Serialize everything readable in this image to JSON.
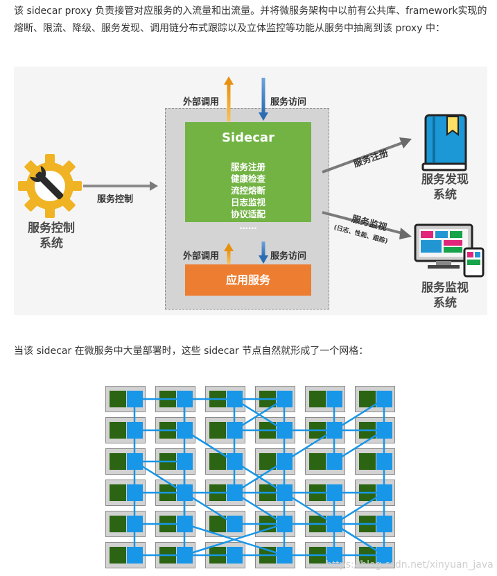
{
  "article": {
    "paragraph1": "该 sidecar proxy 负责接管对应服务的入流量和出流量。并将微服务架构中以前有公共库、framework实现的熔断、限流、降级、服务发现、调用链分布式跟踪以及立体监控等功能从服务中抽离到该 proxy 中：",
    "paragraph2": "当该 sidecar 在微服务中大量部署时，这些 sidecar 节点自然就形成了一个网格："
  },
  "sidecar_diagram": {
    "top_out_label": "外部调用",
    "top_in_label": "服务访问",
    "sidecar_title": "Sidecar",
    "sidecar_features": [
      "服务注册",
      "健康检查",
      "流控熔断",
      "日志监视",
      "协议适配",
      "……"
    ],
    "bottom_out_label": "外部调用",
    "bottom_in_label": "服务访问",
    "app_service_label": "应用服务",
    "control_system_name": "服务控制\n系统",
    "control_arrow_label": "服务控制",
    "register_arrow_label": "服务注册",
    "discovery_system_name": "服务发现\n系统",
    "monitor_arrow_label": "服务监视",
    "monitor_arrow_sublabel": "(日志、性能、跟踪)",
    "monitor_system_name": "服务监视\n系统",
    "icons": [
      "gear-wrench-icon",
      "book-icon",
      "monitor-icon"
    ],
    "colors": {
      "sidecar": "#72b344",
      "app": "#ed7d31",
      "arrow_up": "#f5a623",
      "arrow_down": "#3b7dc4",
      "gear": "#f0b323",
      "book": "#1b98d5"
    }
  },
  "mesh_diagram": {
    "rows": 6,
    "cols": 6,
    "colors": {
      "service": "#2b6412",
      "proxy": "#1896e8",
      "node_bg": "#d2d2d2",
      "link": "#1896e8"
    }
  },
  "watermark": "https://blog.csdn.net/xinyuan_java"
}
